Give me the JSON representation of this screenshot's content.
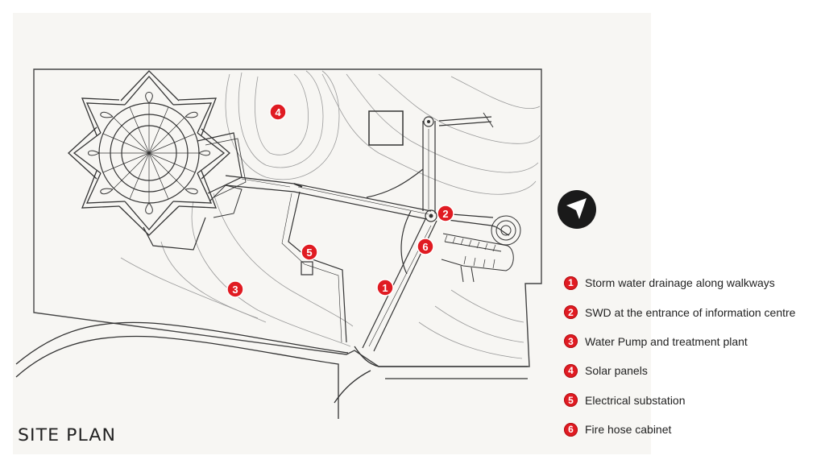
{
  "plan": {
    "title": "SITE PLAN"
  },
  "markers": [
    {
      "number": "1"
    },
    {
      "number": "2"
    },
    {
      "number": "3"
    },
    {
      "number": "4"
    },
    {
      "number": "5"
    },
    {
      "number": "6"
    }
  ],
  "legend": {
    "items": [
      {
        "number": "1",
        "label": "Storm water drainage along walkways"
      },
      {
        "number": "2",
        "label": "SWD at the entrance of information centre"
      },
      {
        "number": "3",
        "label": "Water Pump and treatment plant"
      },
      {
        "number": "4",
        "label": "Solar panels"
      },
      {
        "number": "5",
        "label": "Electrical substation"
      },
      {
        "number": "6",
        "label": "Fire hose cabinet"
      }
    ]
  },
  "colors": {
    "marker": "#e01b22",
    "line": "#333333",
    "paper": "#f7f6f3"
  },
  "icons": {
    "north_arrow": "north-arrow-icon"
  }
}
